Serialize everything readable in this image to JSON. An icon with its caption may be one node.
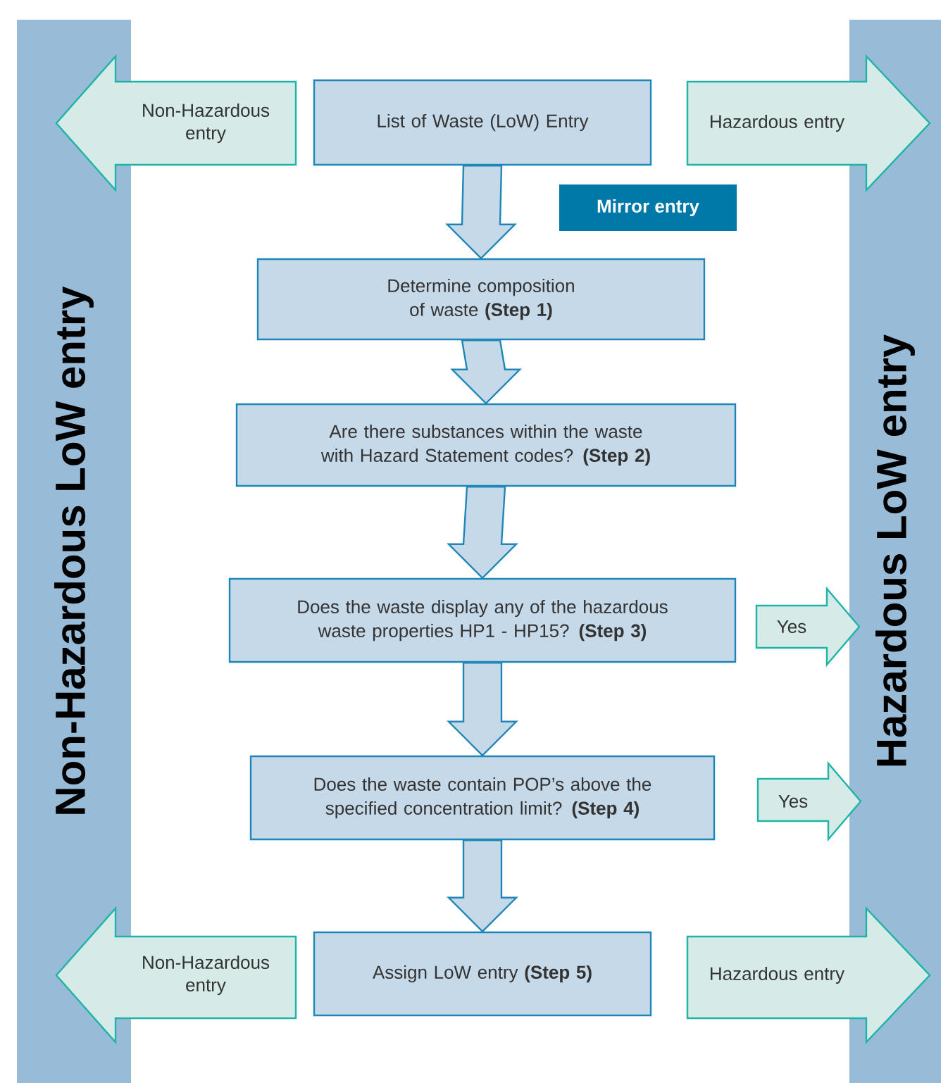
{
  "diagram": {
    "nodes": [
      {
        "text": [
          "Non-Hazardous LoW entry"
        ]
      },
      {
        "text": [
          "Hazardous LoW entry"
        ]
      },
      {
        "text": [
          "Non-Hazardous entry"
        ]
      },
      {
        "text": [
          "List of Waste (LoW) Entry"
        ]
      },
      {
        "text": [
          "Hazardous entry"
        ]
      },
      {
        "text": [
          "Mirror entry"
        ]
      },
      {
        "text": [
          "Determine composition of waste **(Step 1)**"
        ]
      },
      {
        "text": [
          "Are there substances within the waste with Hazard Statement codes? **(Step 2)**"
        ]
      },
      {
        "text": [
          "Does the waste display any of the hazardous waste properties HP1 - HP15? **(Step 3)**"
        ]
      },
      {
        "text": [
          "Yes"
        ]
      },
      {
        "text": [
          "Does the waste contain POP’s above the specified concentration limit? **(Step 4)**"
        ]
      },
      {
        "text": [
          "Yes"
        ]
      },
      {
        "text": [
          "Non-Hazardous entry"
        ]
      },
      {
        "text": [
          "Assign LoW entry **(Step 5)**"
        ]
      },
      {
        "text": [
          "Hazardous entry"
        ]
      }
    ],
    "edges": [
      {
        "from": 3,
        "to": 6,
        "arrow": "to"
      },
      {
        "from": 6,
        "to": 7,
        "arrow": "to"
      },
      {
        "from": 7,
        "to": 8,
        "arrow": "to"
      },
      {
        "from": 8,
        "to": 10,
        "arrow": "to"
      },
      {
        "from": 10,
        "to": 13,
        "arrow": "to"
      }
    ]
  }
}
